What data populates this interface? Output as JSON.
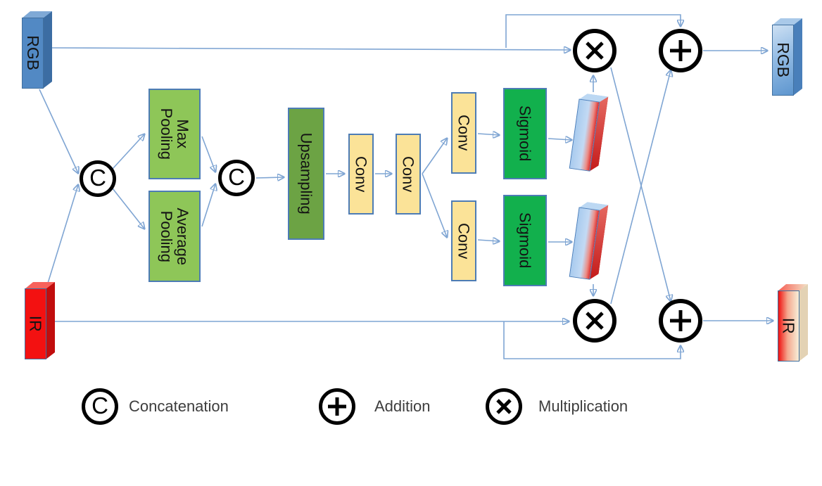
{
  "nodes": {
    "input_rgb": {
      "label": "RGB"
    },
    "input_ir": {
      "label": "IR"
    },
    "max_pooling": {
      "label": "Max\nPooling"
    },
    "average_pooling": {
      "label": "Average\nPooling"
    },
    "concat": {
      "symbol": "C"
    },
    "upsampling": {
      "label": "Upsampling"
    },
    "conv_a": {
      "label": "Conv"
    },
    "conv_b": {
      "label": "Conv"
    },
    "conv_top": {
      "label": "Conv"
    },
    "conv_bottom": {
      "label": "Conv"
    },
    "sigmoid_top": {
      "label": "Sigmoid"
    },
    "sigmoid_bottom": {
      "label": "Sigmoid"
    },
    "output_rgb": {
      "label": "RGB"
    },
    "output_ir": {
      "label": "IR"
    }
  },
  "legend": {
    "items": [
      {
        "symbol": "C",
        "label": "Concatenation"
      },
      {
        "symbol": "+",
        "label": "Addition"
      },
      {
        "symbol": "×",
        "label": "Multiplication"
      }
    ]
  },
  "colors": {
    "arrow_blue": "#7fa5d3",
    "box_border_blue": "#4d7cb5",
    "pooling_green": "#8ec658",
    "upsampling_green": "#6ca344",
    "conv_tan": "#fbe398",
    "sigmoid_green": "#12b04d",
    "rgb_blue": "#5289c4",
    "ir_red": "#f31111",
    "operator_black": "#000000"
  }
}
